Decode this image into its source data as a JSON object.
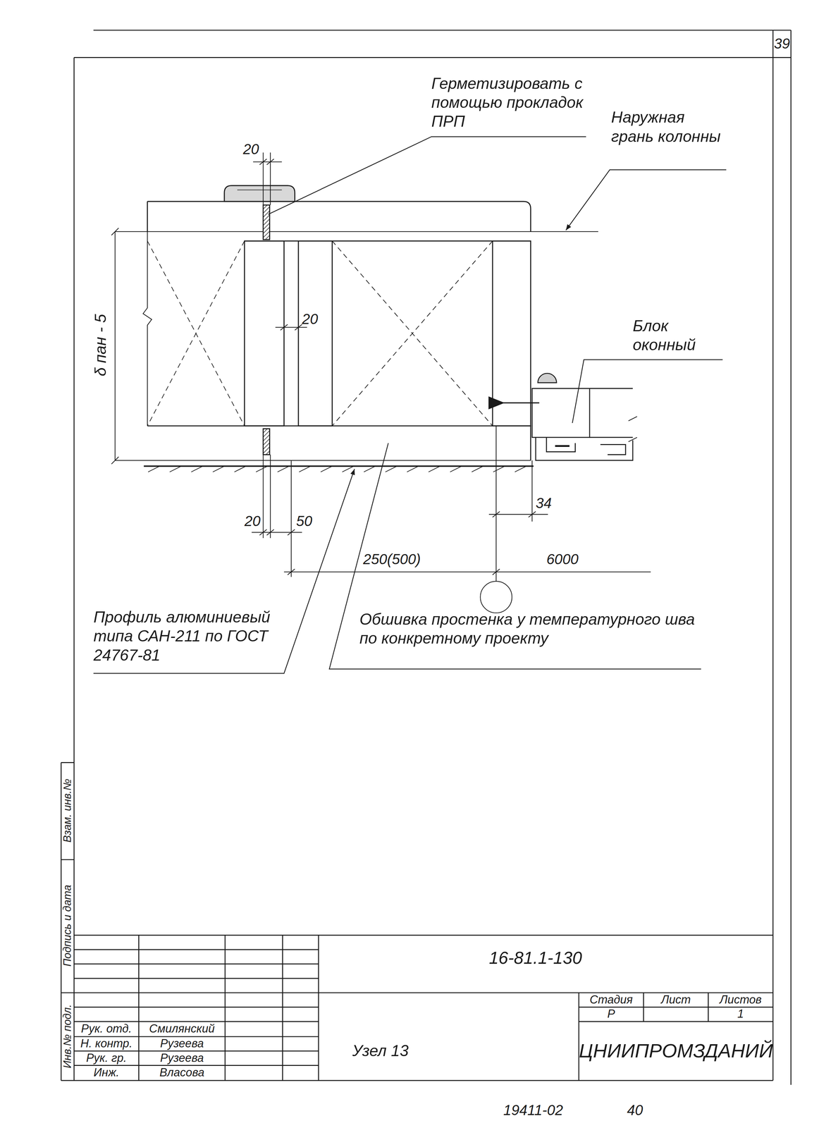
{
  "diagram": {
    "labels": [
      "39",
      "Герметизировать с помощью прокладок ПРП",
      "20",
      "Наружная грань колонны",
      "δ пан - 5",
      "20",
      "Блок оконный",
      "20",
      "50",
      "34",
      "250(500)",
      "6000",
      "Профиль алюминиевый типа САН-211 по ГОСТ 24767-81",
      "Обшивка простенка у температурного шва по конкретному проекту",
      "16-81.1-130",
      "Стадия",
      "Лист",
      "Листов",
      "Р",
      "1",
      "Узел 13",
      "ЦНИИПРОМЗДАНИЙ",
      "Рук. отд.",
      "Смилянский",
      "Н. контр.",
      "Рузеева",
      "Рук. гр.",
      "Рузеева",
      "Инж.",
      "Власова",
      "Инв.№ подл.",
      "Подпись и дата",
      "Взам. инв.№",
      "19411-02",
      "40"
    ]
  }
}
